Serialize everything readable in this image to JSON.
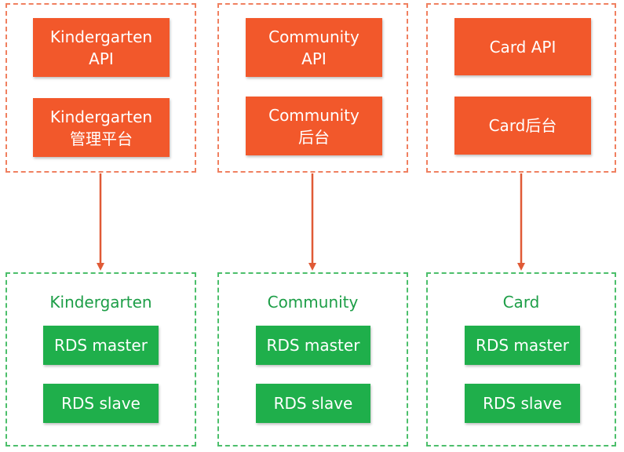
{
  "colors": {
    "app_border": "#f08060",
    "app_box": "#f2582b",
    "db_border": "#4cbf6b",
    "db_box": "#1faf4b",
    "db_title": "#1d9e47",
    "arrow": "#e05a36"
  },
  "apps": [
    {
      "id": "kindergarten",
      "api_line1": "Kindergarten",
      "api_line2": "API",
      "admin_line1": "Kindergarten",
      "admin_line2": "管理平台"
    },
    {
      "id": "community",
      "api_line1": "Community",
      "api_line2": "API",
      "admin_line1": "Community",
      "admin_line2": "后台"
    },
    {
      "id": "card",
      "api_line1": "Card API",
      "api_line2": "",
      "admin_line1": "Card后台",
      "admin_line2": ""
    }
  ],
  "databases": [
    {
      "id": "kindergarten",
      "title": "Kindergarten",
      "master": "RDS master",
      "slave": "RDS slave"
    },
    {
      "id": "community",
      "title": "Community",
      "master": "RDS master",
      "slave": "RDS slave"
    },
    {
      "id": "card",
      "title": "Card",
      "master": "RDS master",
      "slave": "RDS slave"
    }
  ]
}
